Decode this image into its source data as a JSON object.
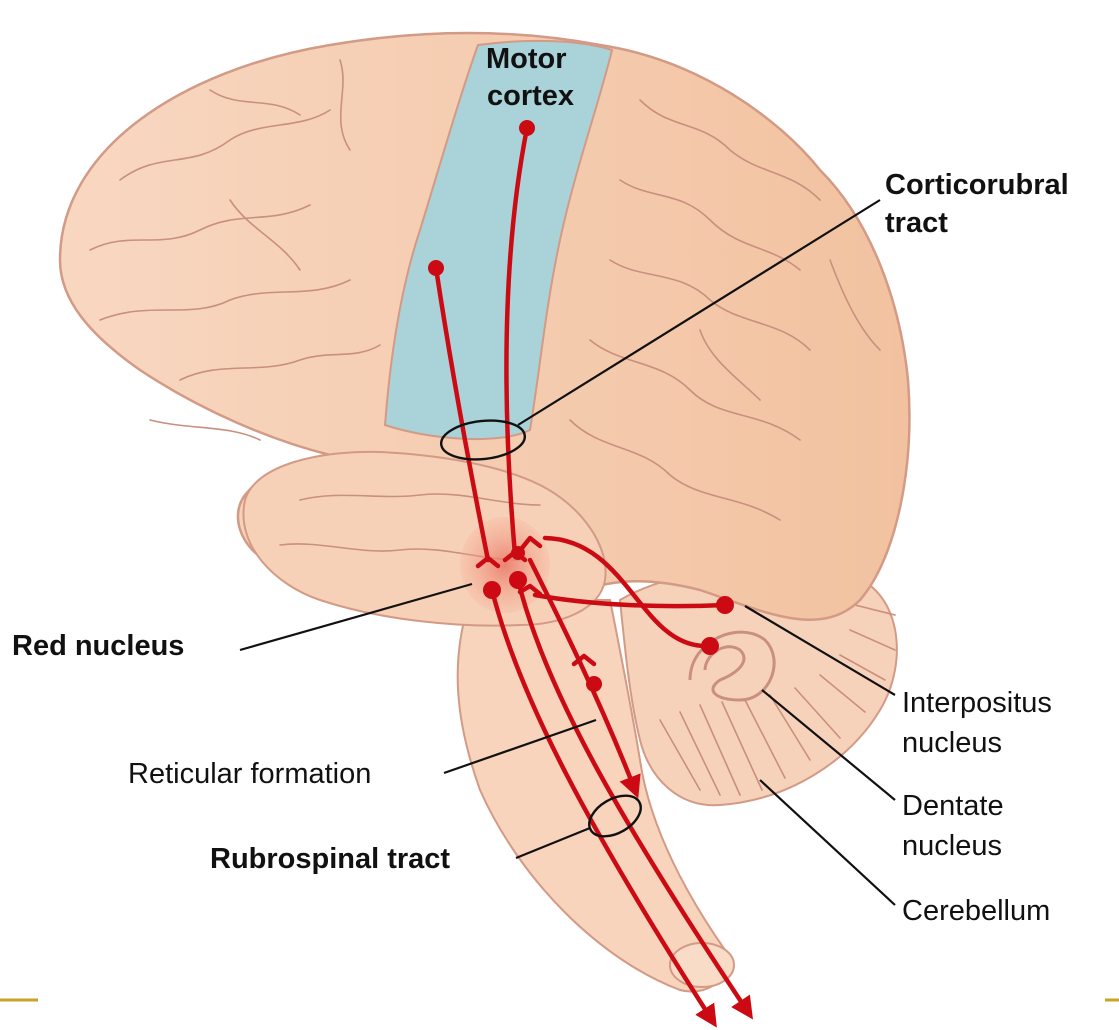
{
  "labels": {
    "motor_cortex_line1": "Motor",
    "motor_cortex_line2": "cortex",
    "corticorubral_line1": "Corticorubral",
    "corticorubral_line2": "tract",
    "red_nucleus": "Red nucleus",
    "reticular_formation": "Reticular formation",
    "rubrospinal_tract": "Rubrospinal tract",
    "interpositus_line1": "Interpositus",
    "interpositus_line2": "nucleus",
    "dentate_line1": "Dentate",
    "dentate_line2": "nucleus",
    "cerebellum": "Cerebellum"
  },
  "colors": {
    "brain_fill": "#f6cfb4",
    "motor_cortex_fill": "#a9d3d8",
    "tract": "#cc0a13",
    "outline": "#d39a86",
    "slide_rule": "#c9a227"
  }
}
